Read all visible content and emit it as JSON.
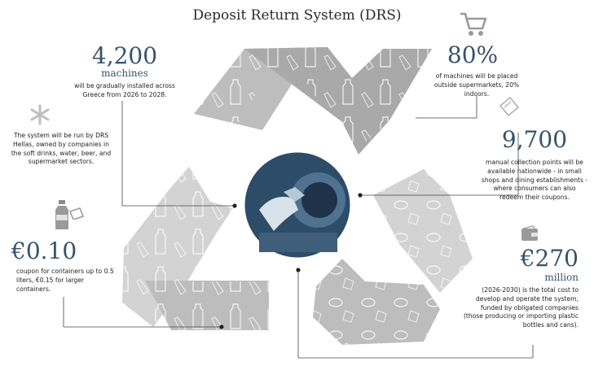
{
  "title": "Deposit Return System (DRS)",
  "stats": {
    "machines": {
      "value": "4,200",
      "unit": "machines",
      "text": "will be gradually installed across Greece from 2026 to 2028."
    },
    "operator": {
      "text": "The system will be run by DRS Hellas, owned by companies in the soft drinks, water, beer, and supermarket sectors."
    },
    "coupon": {
      "value": "€0.10",
      "text": "coupon for containers up to 0.5 liters, €0.15 for larger containers."
    },
    "outside": {
      "value": "80%",
      "text": "of machines will be placed outside supermarkets, 20% indoors."
    },
    "collection": {
      "value": "9,700",
      "text": "manual collection points will be available nationwide - in small shops and dining establishments - where consumers can also redeem their coupons."
    },
    "cost": {
      "value": "€270",
      "unit": "million",
      "text": "(2026-2030) is the total cost to develop and operate the system, funded by obligated companies (those producing or importing plastic bottles and cans)."
    }
  },
  "colors": {
    "accent": "#36536b",
    "arrow_light": "#d3d3d3",
    "arrow_mid": "#bdbdbd",
    "arrow_dark": "#a9a9a9",
    "icon_gray": "#9a9a9a"
  },
  "icons": [
    "shopping-cart-icon",
    "asterisk-icon",
    "bottle-icon",
    "coupon-icon",
    "wallet-icon"
  ]
}
